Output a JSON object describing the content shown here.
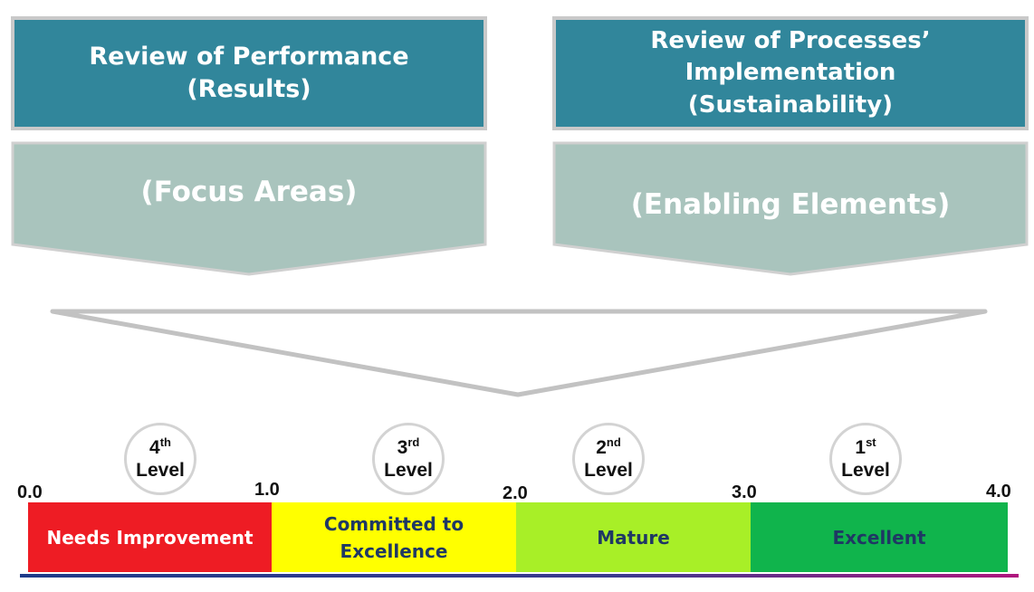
{
  "headers": {
    "left": {
      "title": "Review of Performance\n(Results)"
    },
    "right": {
      "title": "Review of Processes’\nImplementation\n(Sustainability)"
    }
  },
  "chevrons": {
    "left": "(Focus Areas)",
    "right": "(Enabling Elements)"
  },
  "levels": [
    {
      "num": "4",
      "sup": "th",
      "word": "Level"
    },
    {
      "num": "3",
      "sup": "rd",
      "word": "Level"
    },
    {
      "num": "2",
      "sup": "nd",
      "word": "Level"
    },
    {
      "num": "1",
      "sup": "st",
      "word": "Level"
    }
  ],
  "ticks": [
    "0.0",
    "1.0",
    "2.0",
    "3.0",
    "4.0"
  ],
  "segments": [
    {
      "label": "Needs Improvement",
      "color": "#ee1c24",
      "text_color": "#ffffff"
    },
    {
      "label": "Committed to\nExcellence",
      "color": "#ffff00",
      "text_color": "#1f3864"
    },
    {
      "label": "Mature",
      "color": "#a8ef27",
      "text_color": "#1f3864"
    },
    {
      "label": "Excellent",
      "color": "#10b44c",
      "text_color": "#1f3864"
    }
  ],
  "colors": {
    "header_fill": "#31869b",
    "chevron_fill": "#a9c4bd",
    "border_grey": "#c9c9c9",
    "funnel_grey": "#bfbfbf"
  }
}
